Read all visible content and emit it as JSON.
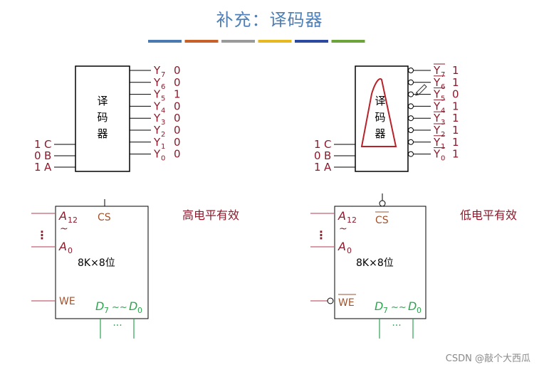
{
  "title": "补充：译码器",
  "color_bars": [
    "#4a7ab0",
    "#c8602a",
    "#9a9a9a",
    "#e8b820",
    "#2e4aa0",
    "#6aa43a"
  ],
  "colors": {
    "title": "#4f7fb4",
    "dark_red": "#8b1a2b",
    "brown": "#a0522d",
    "green": "#2ea44f",
    "pen_red": "#b8222a",
    "line": "#000000",
    "pink_line": "#c46070"
  },
  "decoder_left": {
    "block_label": [
      "译",
      "码",
      "器"
    ],
    "inputs": [
      {
        "value": "1",
        "name": "C"
      },
      {
        "value": "0",
        "name": "B"
      },
      {
        "value": "1",
        "name": "A"
      }
    ],
    "outputs": [
      {
        "main": "Y",
        "sub": "7",
        "value": "0"
      },
      {
        "main": "Y",
        "sub": "6",
        "value": "0"
      },
      {
        "main": "Y",
        "sub": "5",
        "value": "1"
      },
      {
        "main": "Y",
        "sub": "4",
        "value": "0"
      },
      {
        "main": "Y",
        "sub": "3",
        "value": "0"
      },
      {
        "main": "Y",
        "sub": "2",
        "value": "0"
      },
      {
        "main": "Y",
        "sub": "1",
        "value": "0"
      },
      {
        "main": "Y",
        "sub": "0",
        "value": "0"
      }
    ]
  },
  "decoder_right": {
    "block_label": [
      "译",
      "码",
      "器"
    ],
    "inputs": [
      {
        "value": "1",
        "name": "C"
      },
      {
        "value": "0",
        "name": "B"
      },
      {
        "value": "1",
        "name": "A"
      }
    ],
    "outputs": [
      {
        "main": "Y",
        "sub": "7",
        "value": "1"
      },
      {
        "main": "Y",
        "sub": "6",
        "value": "1"
      },
      {
        "main": "Y",
        "sub": "5",
        "value": "0"
      },
      {
        "main": "Y",
        "sub": "4",
        "value": "1"
      },
      {
        "main": "Y",
        "sub": "3",
        "value": "1"
      },
      {
        "main": "Y",
        "sub": "2",
        "value": "1"
      },
      {
        "main": "Y",
        "sub": "1",
        "value": "1"
      },
      {
        "main": "Y",
        "sub": "0",
        "value": "1"
      }
    ]
  },
  "chip_left": {
    "a12": "A",
    "a12_sub": "12",
    "tilde": "~",
    "a0": "A",
    "a0_sub": "0",
    "dots": "⋮",
    "cs": "CS",
    "size": "8K×8位",
    "we": "WE",
    "d7": "D",
    "d7_sub": "7",
    "d_mid": "~~",
    "d0": "D",
    "d0_sub": "0",
    "bottom_dots": "···",
    "caption": "高电平有效"
  },
  "chip_right": {
    "a12": "A",
    "a12_sub": "12",
    "tilde": "~",
    "a0": "A",
    "a0_sub": "0",
    "dots": "⋮",
    "cs": "CS",
    "size": "8K×8位",
    "we": "WE",
    "d7": "D",
    "d7_sub": "7",
    "d_mid": "~~",
    "d0": "D",
    "d0_sub": "0",
    "bottom_dots": "···",
    "caption": "低电平有效"
  },
  "watermark": "CSDN @敲个大西瓜"
}
